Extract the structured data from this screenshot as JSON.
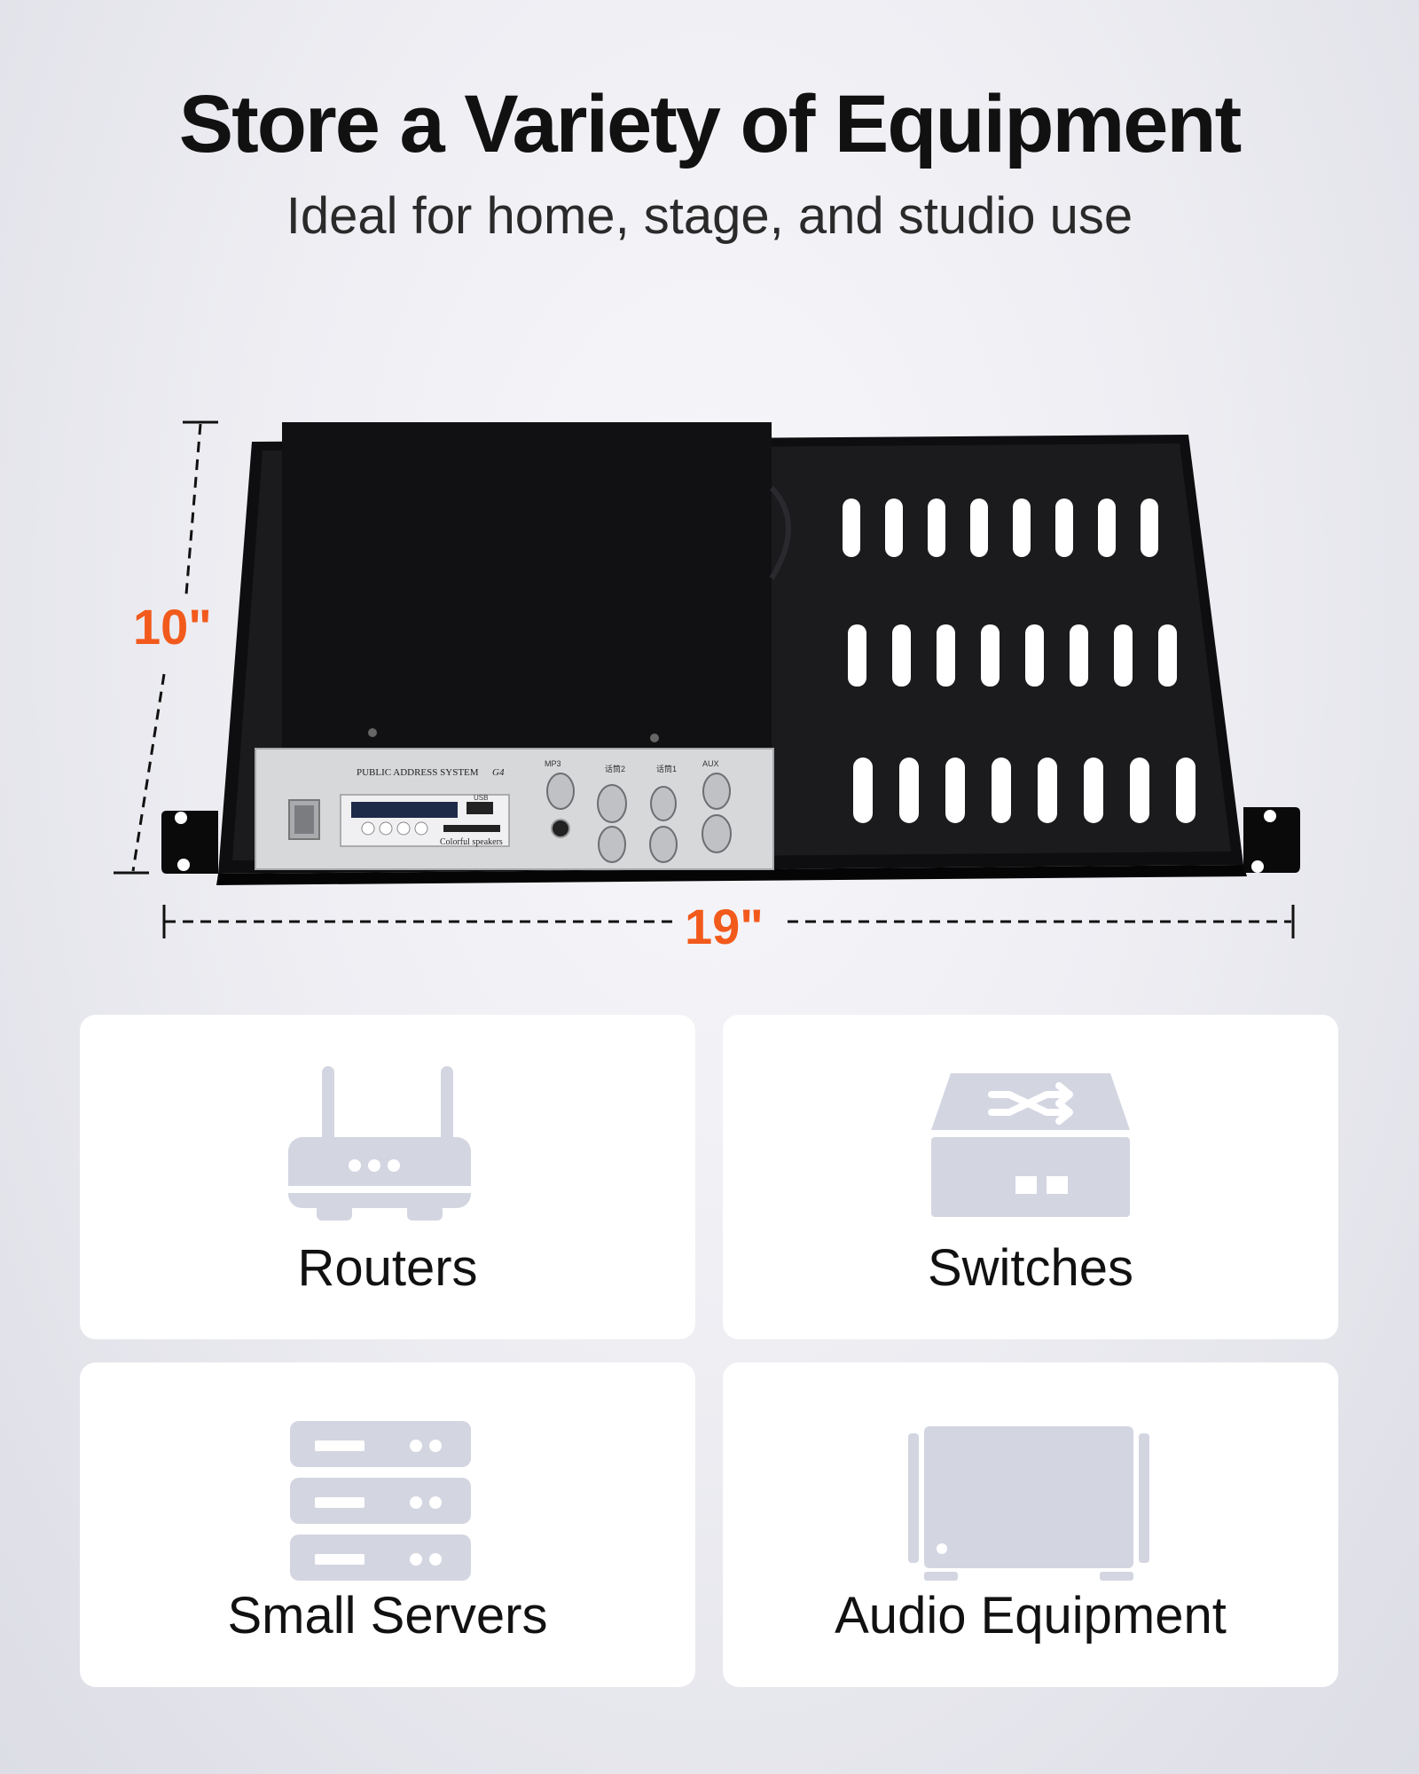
{
  "header": {
    "title": "Store a Variety of Equipment",
    "subtitle": "Ideal for home, stage, and studio use"
  },
  "dimensions": {
    "depth": "10\"",
    "width": "19\""
  },
  "amplifier": {
    "model_text": "PUBLIC ADDRESS SYSTEM",
    "model_code": "G4",
    "usb_label": "USB",
    "speaker_text": "Colorful speakers",
    "knob_labels": [
      "MP3",
      "话筒2",
      "话筒1",
      "AUX"
    ]
  },
  "cards": [
    {
      "label": "Routers",
      "icon": "router-icon"
    },
    {
      "label": "Switches",
      "icon": "switch-icon"
    },
    {
      "label": "Small Servers",
      "icon": "server-icon"
    },
    {
      "label": "Audio Equipment",
      "icon": "audio-equipment-icon"
    }
  ],
  "colors": {
    "accent": "#f25a1c",
    "icon": "#d3d5e1",
    "card_bg": "#ffffff",
    "text": "#111111"
  }
}
